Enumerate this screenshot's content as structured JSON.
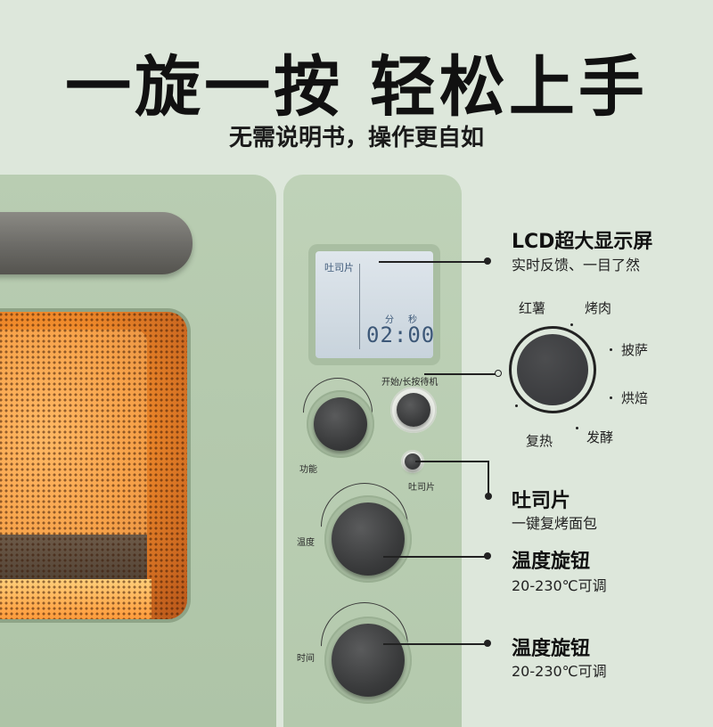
{
  "header": {
    "title": "一旋一按 轻松上手",
    "subtitle": "无需说明书，操作更自如"
  },
  "panel": {
    "lcd": {
      "mode_label": "吐司片",
      "min_label": "分",
      "sec_label": "秒",
      "time": "02:00"
    },
    "start_button_label": "开始/长按待机",
    "function_knob_label": "功能",
    "toast_button_label": "吐司片",
    "temperature_knob_label": "温度",
    "time_knob_label": "时间"
  },
  "annotations": {
    "lcd": {
      "title": "LCD超大显示屏",
      "subtitle": "实时反馈、一目了然"
    },
    "toast": {
      "title": "吐司片",
      "subtitle": "一键复烤面包"
    },
    "temperature": {
      "title": "温度旋钮",
      "subtitle": "20-230℃可调"
    },
    "time": {
      "title": "温度旋钮",
      "subtitle": "20-230℃可调"
    }
  },
  "function_dial": {
    "options": [
      "红薯",
      "烤肉",
      "披萨",
      "烘焙",
      "发酵",
      "复热"
    ]
  },
  "colors": {
    "background": "#dde7db",
    "oven_body": "#b9cdb2",
    "lcd_text": "#3f5a7a"
  }
}
